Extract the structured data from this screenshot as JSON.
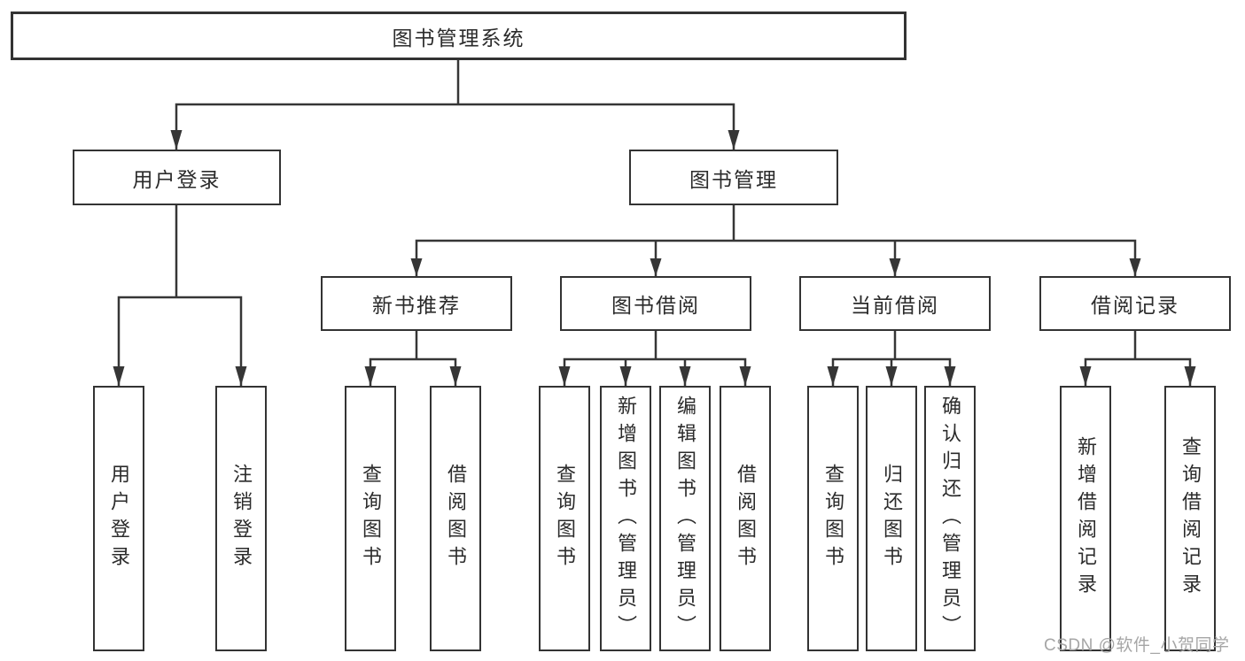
{
  "diagram": {
    "title": "图书管理系统"
  },
  "tree": {
    "root": {
      "label": "图书管理系统"
    },
    "level2": [
      {
        "label": "用户登录"
      },
      {
        "label": "图书管理"
      }
    ],
    "level3": [
      {
        "label": "新书推荐"
      },
      {
        "label": "图书借阅"
      },
      {
        "label": "当前借阅"
      },
      {
        "label": "借阅记录"
      }
    ],
    "leaves": [
      {
        "label": "用户登录"
      },
      {
        "label": "注销登录"
      },
      {
        "label": "查询图书"
      },
      {
        "label": "借阅图书"
      },
      {
        "label": "查询图书"
      },
      {
        "label": "新增图书（管理员）"
      },
      {
        "label": "编辑图书（管理员）"
      },
      {
        "label": "借阅图书"
      },
      {
        "label": "查询图书"
      },
      {
        "label": "归还图书"
      },
      {
        "label": "确认归还（管理员）"
      },
      {
        "label": "新增借阅记录"
      },
      {
        "label": "查询借阅记录"
      }
    ]
  },
  "watermark": {
    "text": "CSDN @软件_小贺同学"
  },
  "colors": {
    "line": "#363636",
    "border": "#333333",
    "text": "#2b2b2b",
    "watermark": "#a6a6a6",
    "background": "#ffffff"
  }
}
